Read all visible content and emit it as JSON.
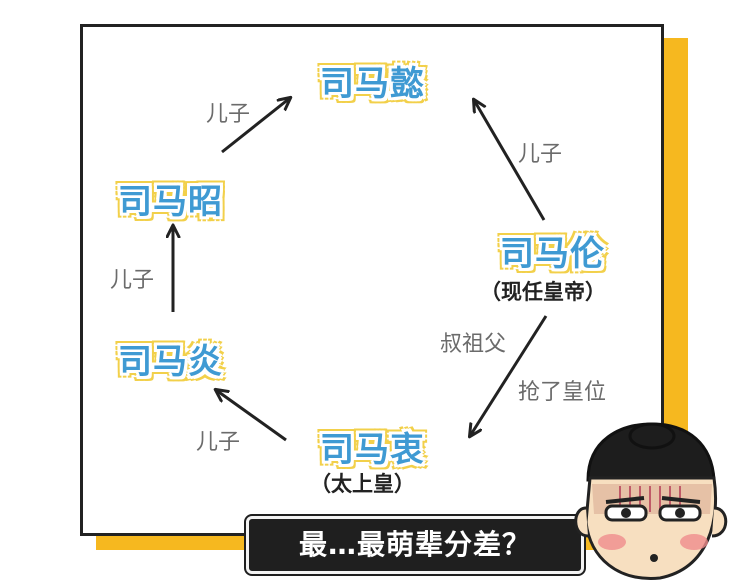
{
  "nodes": {
    "sima_yi": "司马懿",
    "sima_zhao": "司马昭",
    "sima_yan": "司马炎",
    "sima_zhong": "司马衷",
    "sima_zhong_sub": "（太上皇）",
    "sima_lun": "司马伦",
    "sima_lun_sub": "（现任皇帝）"
  },
  "edges": {
    "zhao_to_yi": "儿子",
    "yan_to_zhao": "儿子",
    "zhong_to_yan": "儿子",
    "lun_to_yi": "儿子",
    "lun_to_zhong_1": "叔祖父",
    "lun_to_zhong_2": "抢了皇位"
  },
  "banner": {
    "text": "最…最萌辈分差？"
  },
  "colors": {
    "node_text": "#3f9ad3",
    "node_outline": "#f2d04a",
    "frame_shadow": "#f6b81f",
    "arrow": "#222222",
    "banner_bg": "#1f1f1f"
  }
}
